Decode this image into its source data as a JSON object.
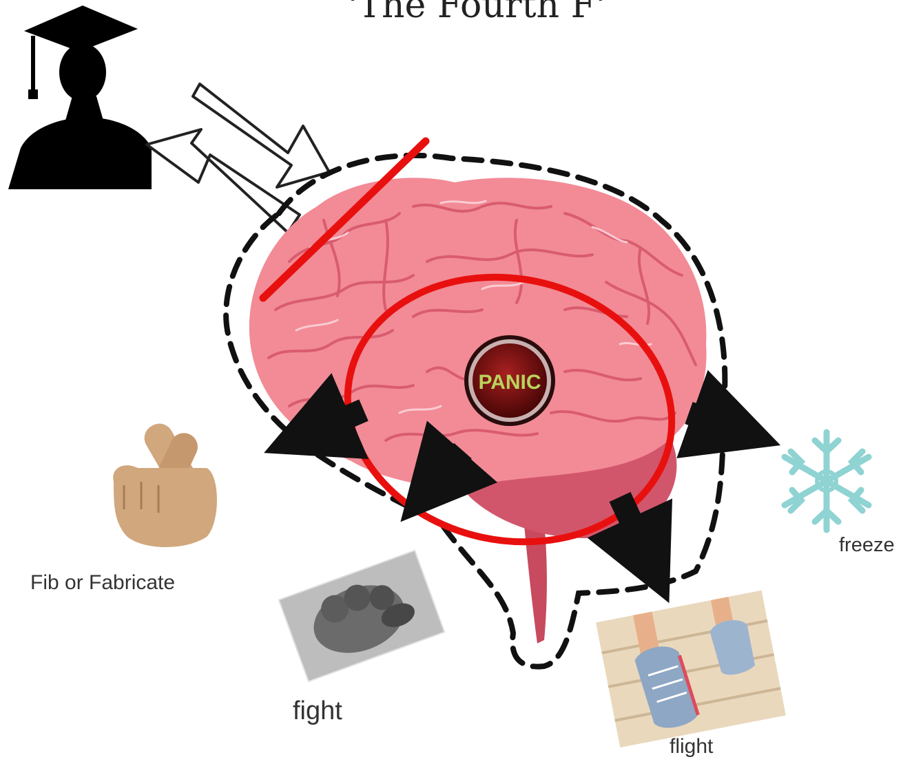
{
  "title": "'The Fourth F'",
  "center": {
    "panic_label": "PANIC",
    "button_color": "#7a1414",
    "label_color": "#b9d35c"
  },
  "responses": {
    "fib": {
      "label": "Fib or Fabricate",
      "icon": "crossed-fingers-icon"
    },
    "fight": {
      "label": "fight",
      "icon": "fist-photo"
    },
    "freeze": {
      "label": "freeze",
      "icon": "snowflake-icon"
    },
    "flight": {
      "label": "flight",
      "icon": "running-shoes-photo"
    }
  },
  "colors": {
    "brain": "#f28b96",
    "cerebellum": "#d2566b",
    "red_annotation": "#e8100f",
    "arrow": "#111111",
    "snowflake": "#8fd3d3"
  }
}
